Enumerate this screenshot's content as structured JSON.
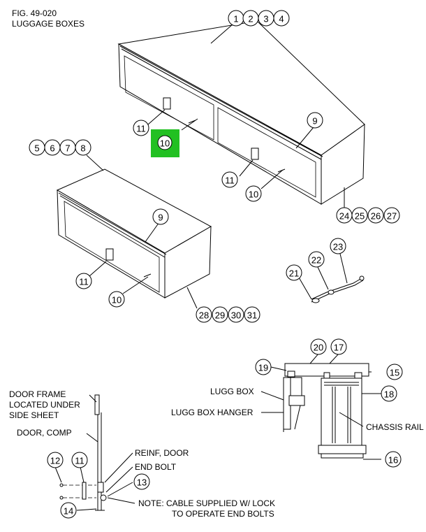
{
  "figure": {
    "number": "FIG. 49-020",
    "title": "LUGGAGE BOXES"
  },
  "highlight": {
    "color": "#22c022",
    "label": "10"
  },
  "callouts": {
    "c1": "1",
    "c2": "2",
    "c3": "3",
    "c4": "4",
    "c5": "5",
    "c6": "6",
    "c7": "7",
    "c8": "8",
    "c9a": "9",
    "c9b": "9",
    "c10a": "10",
    "c10b": "10",
    "c10c": "10",
    "c11a": "11",
    "c11b": "11",
    "c11c": "11",
    "c11d": "11",
    "c12": "12",
    "c13": "13",
    "c14": "14",
    "c15": "15",
    "c16": "16",
    "c17": "17",
    "c18": "18",
    "c19": "19",
    "c20": "20",
    "c21": "21",
    "c22": "22",
    "c23": "23",
    "c24": "24",
    "c25": "25",
    "c26": "26",
    "c27": "27",
    "c28": "28",
    "c29": "29",
    "c30": "30",
    "c31": "31"
  },
  "labels": {
    "lugg_box": "LUGG BOX",
    "lugg_box_hanger": "LUGG BOX HANGER",
    "chassis_rail": "CHASSIS RAIL",
    "door_frame_1": "DOOR FRAME",
    "door_frame_2": "LOCATED UNDER",
    "door_frame_3": "SIDE SHEET",
    "door_comp": "DOOR, COMP",
    "reinf_door": "REINF, DOOR",
    "end_bolt": "END BOLT",
    "note_1": "NOTE: CABLE SUPPLIED W/ LOCK",
    "note_2": "TO OPERATE END BOLTS"
  }
}
